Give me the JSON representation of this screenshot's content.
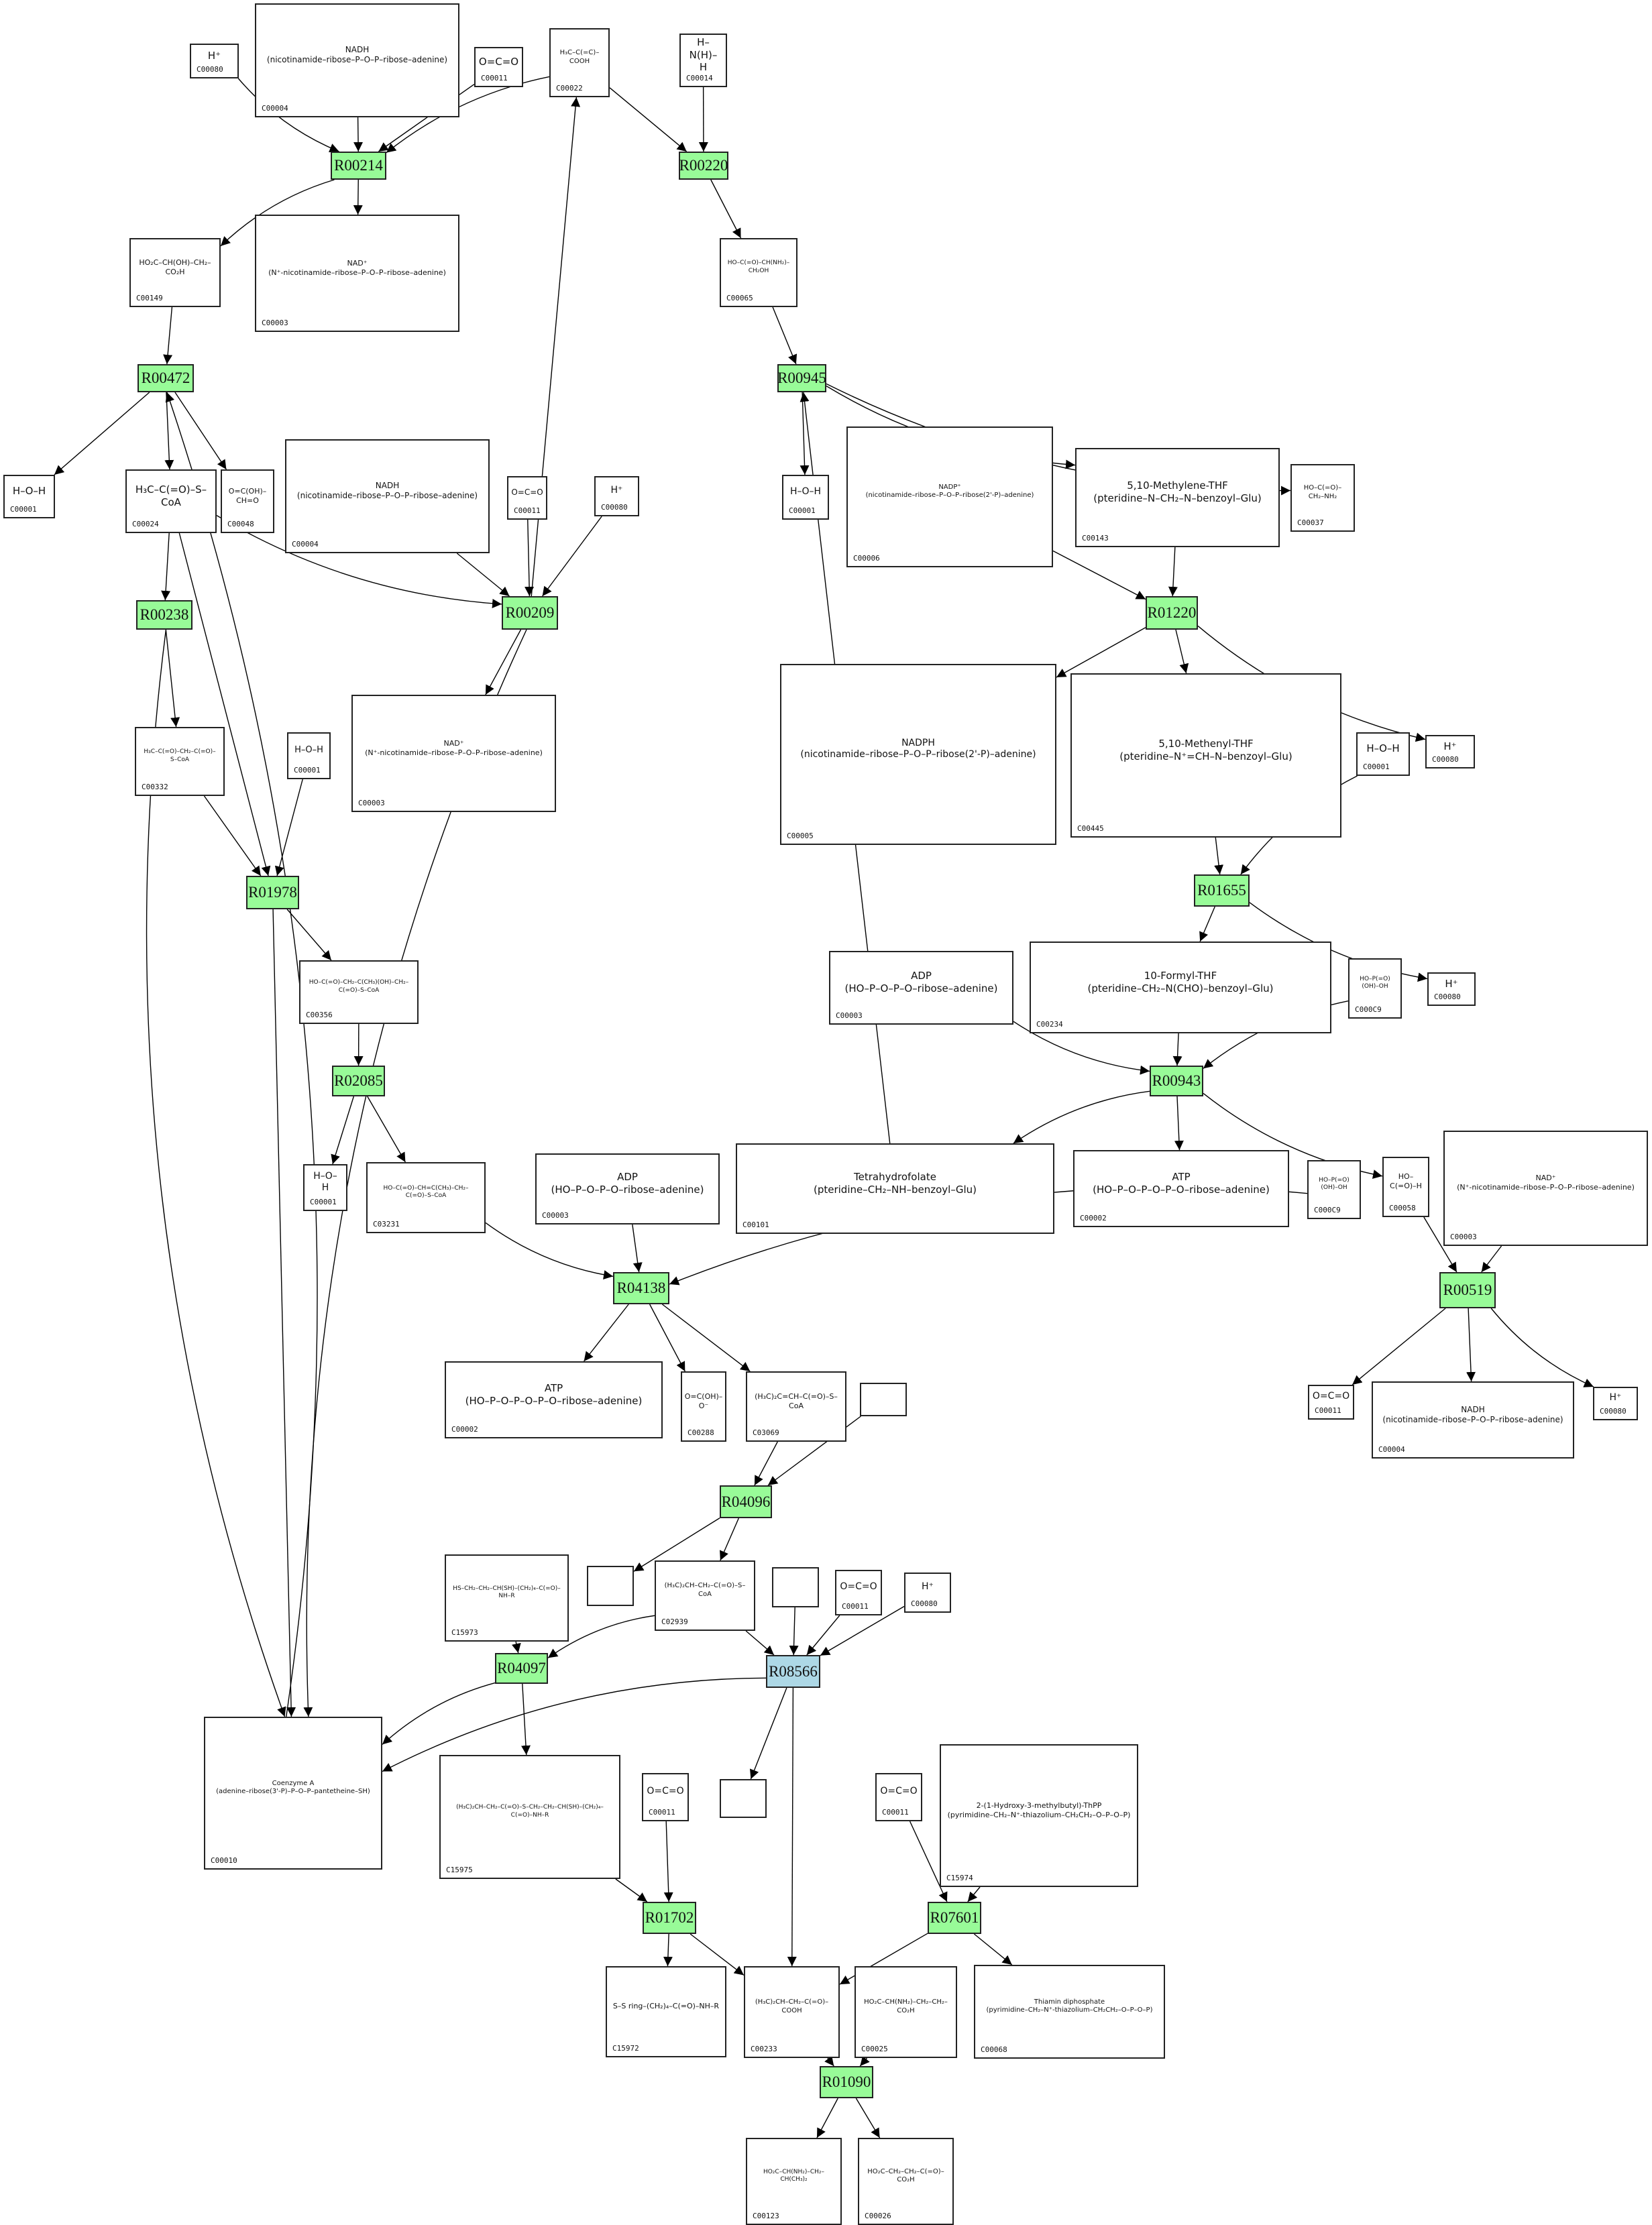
{
  "diagram": {
    "title": "Metabolic reaction network",
    "reaction_color": "#98fb98",
    "highlight_color": "#add8e6",
    "reactions": [
      {
        "id": "R00214",
        "label": "R00214",
        "highlight": false
      },
      {
        "id": "R00220",
        "label": "R00220",
        "highlight": false
      },
      {
        "id": "R00472",
        "label": "R00472",
        "highlight": false
      },
      {
        "id": "R00945",
        "label": "R00945",
        "highlight": false
      },
      {
        "id": "R00209",
        "label": "R00209",
        "highlight": false
      },
      {
        "id": "R00238",
        "label": "R00238",
        "highlight": false
      },
      {
        "id": "R01220",
        "label": "R01220",
        "highlight": false
      },
      {
        "id": "R01978",
        "label": "R01978",
        "highlight": false
      },
      {
        "id": "R01655",
        "label": "R01655",
        "highlight": false
      },
      {
        "id": "R02085",
        "label": "R02085",
        "highlight": false
      },
      {
        "id": "R00943",
        "label": "R00943",
        "highlight": false
      },
      {
        "id": "R04138",
        "label": "R04138",
        "highlight": false
      },
      {
        "id": "R00519",
        "label": "R00519",
        "highlight": false
      },
      {
        "id": "R04096",
        "label": "R04096",
        "highlight": false
      },
      {
        "id": "R04097",
        "label": "R04097",
        "highlight": false
      },
      {
        "id": "R08566",
        "label": "R08566",
        "highlight": true
      },
      {
        "id": "R01702",
        "label": "R01702",
        "highlight": false
      },
      {
        "id": "R07601",
        "label": "R07601",
        "highlight": false
      },
      {
        "id": "R01090",
        "label": "R01090",
        "highlight": false
      }
    ],
    "compounds": [
      {
        "key": "c_h_top",
        "id": "C00080",
        "formula": "H⁺"
      },
      {
        "key": "c_nadh_top",
        "id": "C00004",
        "formula": "NADH\n(nicotinamide–ribose–P–O–P–ribose–adenine)"
      },
      {
        "key": "c_co2_top",
        "id": "C00011",
        "formula": "O=C=O"
      },
      {
        "key": "c_pyr",
        "id": "C00022",
        "formula": "H₃C–C(=C)–COOH"
      },
      {
        "key": "c_nh3",
        "id": "C00014",
        "formula": "H–N(H)–H"
      },
      {
        "key": "c_malate",
        "id": "C00149",
        "formula": "HO₂C–CH(OH)–CH₂–CO₂H"
      },
      {
        "key": "c_nad_1",
        "id": "C00003",
        "formula": "NAD⁺\n(N⁺-nicotinamide–ribose–P–O–P–ribose–adenine)"
      },
      {
        "key": "c_serine",
        "id": "C00065",
        "formula": "HO–C(=O)–CH(NH₂)–CH₂OH"
      },
      {
        "key": "c_h2o_1",
        "id": "C00001",
        "formula": "H–O–H"
      },
      {
        "key": "c_acetylcoa",
        "id": "C00024",
        "formula": "H₃C–C(=O)–S–CoA"
      },
      {
        "key": "c_glyox",
        "id": "C00048",
        "formula": "O=C(OH)–CH=O"
      },
      {
        "key": "c_nadh_mid",
        "id": "C00004",
        "formula": "NADH\n(nicotinamide–ribose–P–O–P–ribose–adenine)"
      },
      {
        "key": "c_co2_mid",
        "id": "C00011",
        "formula": "O=C=O"
      },
      {
        "key": "c_h_mid",
        "id": "C00080",
        "formula": "H⁺"
      },
      {
        "key": "c_h2o_2",
        "id": "C00001",
        "formula": "H–O–H"
      },
      {
        "key": "c_nadph",
        "id": "C00006",
        "formula": "NADP⁺\n(nicotinamide–ribose–P–O–P–ribose(2'-P)–adenine)"
      },
      {
        "key": "c_thf",
        "id": "C00143",
        "formula": "5,10-Methylene-THF\n(pteridine–N–CH₂–N–benzoyl–Glu)"
      },
      {
        "key": "c_glycine",
        "id": "C00037",
        "formula": "HO–C(=O)–CH₂–NH₂"
      },
      {
        "key": "c_acacoa",
        "id": "C00332",
        "formula": "H₃C–C(=O)–CH₂–C(=O)–S–CoA"
      },
      {
        "key": "c_h2o_3",
        "id": "C00001",
        "formula": "H–O–H"
      },
      {
        "key": "c_nad_2",
        "id": "C00003",
        "formula": "NAD⁺\n(N⁺-nicotinamide–ribose–P–O–P–ribose–adenine)"
      },
      {
        "key": "c_nadph_red",
        "id": "C00005",
        "formula": "NADPH\n(nicotinamide–ribose–P–O–P–ribose(2'-P)–adenine)"
      },
      {
        "key": "c_methenyl",
        "id": "C00445",
        "formula": "5,10-Methenyl-THF\n(pteridine–N⁺=CH–N–benzoyl–Glu)"
      },
      {
        "key": "c_h2o_4",
        "id": "C00001",
        "formula": "H–O–H"
      },
      {
        "key": "c_h_r01220",
        "id": "C00080",
        "formula": "H⁺"
      },
      {
        "key": "c_hmgcoa",
        "id": "C00356",
        "formula": "HO–C(=O)–CH₂–C(CH₃)(OH)–CH₂–C(=O)–S–CoA"
      },
      {
        "key": "c_adp_1",
        "id": "C00003",
        "formula": "ADP\n(HO–P–O–P–O–ribose–adenine)"
      },
      {
        "key": "c_formylthf",
        "id": "C00234",
        "formula": "10-Formyl-THF\n(pteridine–CH₂–N(CHO)–benzoyl–Glu)"
      },
      {
        "key": "c_pi_1",
        "id": "C000C9",
        "formula": "HO–P(=O)(OH)–OH"
      },
      {
        "key": "c_h_r01655",
        "id": "C00080",
        "formula": "H⁺"
      },
      {
        "key": "c_h2o_5",
        "id": "C00001",
        "formula": "H–O–H"
      },
      {
        "key": "c_mgcoa",
        "id": "C03231",
        "formula": "HO–C(=O)–CH=C(CH₃)–CH₂–C(=O)–S–CoA"
      },
      {
        "key": "c_adp_2",
        "id": "C00003",
        "formula": "ADP\n(HO–P–O–P–O–ribose–adenine)"
      },
      {
        "key": "c_thf2",
        "id": "C00101",
        "formula": "Tetrahydrofolate\n(pteridine–CH₂–NH–benzoyl–Glu)"
      },
      {
        "key": "c_atp_1",
        "id": "C00002",
        "formula": "ATP\n(HO–P–O–P–O–P–O–ribose–adenine)"
      },
      {
        "key": "c_pi_2",
        "id": "C000C9",
        "formula": "HO–P(=O)(OH)–OH"
      },
      {
        "key": "c_formate",
        "id": "C00058",
        "formula": "HO–C(=O)–H"
      },
      {
        "key": "c_nad_3",
        "id": "C00003",
        "formula": "NAD⁺\n(N⁺-nicotinamide–ribose–P–O–P–ribose–adenine)"
      },
      {
        "key": "c_atp_2",
        "id": "C00002",
        "formula": "ATP\n(HO–P–O–P–O–P–O–ribose–adenine)"
      },
      {
        "key": "c_hco3",
        "id": "C00288",
        "formula": "O=C(OH)–O⁻"
      },
      {
        "key": "c_mcrcoa",
        "id": "C03069",
        "formula": "(H₃C)₂C=CH–C(=O)–S–CoA"
      },
      {
        "key": "c_co2_r00519",
        "id": "C00011",
        "formula": "O=C=O"
      },
      {
        "key": "c_nadh_r00519",
        "id": "C00004",
        "formula": "NADH\n(nicotinamide–ribose–P–O–P–ribose–adenine)"
      },
      {
        "key": "c_h_r00519",
        "id": "C00080",
        "formula": "H⁺"
      },
      {
        "key": "c_blank_1",
        "id": "",
        "formula": ""
      },
      {
        "key": "c_blank_2",
        "id": "",
        "formula": ""
      },
      {
        "key": "c_dihydrolip",
        "id": "C15973",
        "formula": "HS–CH₂–CH₂–CH(SH)–(CH₂)₄–C(=O)–NH–R"
      },
      {
        "key": "c_ivcoa",
        "id": "C02939",
        "formula": "(H₃C)₂CH–CH₂–C(=O)–S–CoA"
      },
      {
        "key": "c_blank_3",
        "id": "",
        "formula": ""
      },
      {
        "key": "c_co2_r08566",
        "id": "C00011",
        "formula": "O=C=O"
      },
      {
        "key": "c_h_r08566",
        "id": "C00080",
        "formula": "H⁺"
      },
      {
        "key": "c_coa",
        "id": "C00010",
        "formula": "Coenzyme A\n(adenine–ribose(3'-P)–P–O–P–pantetheine–SH)"
      },
      {
        "key": "c_svlip",
        "id": "C15975",
        "formula": "(H₃C)₂CH–CH₂–C(=O)–S–CH₂–CH₂–CH(SH)–(CH₂)₄–C(=O)–NH–R"
      },
      {
        "key": "c_co2_r01702",
        "id": "C00011",
        "formula": "O=C=O"
      },
      {
        "key": "c_blank_4",
        "id": "",
        "formula": ""
      },
      {
        "key": "c_co2_r07601",
        "id": "C00011",
        "formula": "O=C=O"
      },
      {
        "key": "c_tpp_adduct",
        "id": "C15974",
        "formula": "2-(1-Hydroxy-3-methylbutyl)-ThPP\n(pyrimidine–CH₂–N⁺-thiazolium–CH₂CH₂–O–P–O–P)"
      },
      {
        "key": "c_lipoamide",
        "id": "C15972",
        "formula": "S–S ring–(CH₂)₄–C(=O)–NH–R"
      },
      {
        "key": "c_kic",
        "id": "C00233",
        "formula": "(H₃C)₂CH–CH₂–C(=O)–COOH"
      },
      {
        "key": "c_glutamate",
        "id": "C00025",
        "formula": "HO₂C–CH(NH₂)–CH₂–CH₂–CO₂H"
      },
      {
        "key": "c_tpp",
        "id": "C00068",
        "formula": "Thiamin diphosphate\n(pyrimidine–CH₂–N⁺-thiazolium–CH₂CH₂–O–P–O–P)"
      },
      {
        "key": "c_leucine",
        "id": "C00123",
        "formula": "HO₂C–CH(NH₂)–CH₂–CH(CH₃)₂"
      },
      {
        "key": "c_akg",
        "id": "C00026",
        "formula": "HO₂C–CH₂–CH₂–C(=O)–CO₂H"
      }
    ],
    "edges": [
      [
        "c_h_top",
        "R00214"
      ],
      [
        "c_nadh_top",
        "R00214"
      ],
      [
        "c_co2_top",
        "R00214"
      ],
      [
        "c_pyr",
        "R00214"
      ],
      [
        "R00214",
        "c_malate"
      ],
      [
        "R00214",
        "c_nad_1"
      ],
      [
        "c_pyr",
        "R00220"
      ],
      [
        "c_nh3",
        "R00220"
      ],
      [
        "R00220",
        "c_serine"
      ],
      [
        "c_malate",
        "R00472"
      ],
      [
        "R00472",
        "c_h2o_1"
      ],
      [
        "R00472",
        "c_acetylcoa"
      ],
      [
        "R00472",
        "c_glyox"
      ],
      [
        "c_coa",
        "R00472"
      ],
      [
        "c_serine",
        "R00945"
      ],
      [
        "R00945",
        "c_h2o_2"
      ],
      [
        "R00945",
        "c_thf"
      ],
      [
        "R00945",
        "c_glycine"
      ],
      [
        "c_thf2",
        "R00945"
      ],
      [
        "c_acetylcoa",
        "R00209"
      ],
      [
        "c_nadh_mid",
        "R00209"
      ],
      [
        "c_co2_mid",
        "R00209"
      ],
      [
        "c_h_mid",
        "R00209"
      ],
      [
        "R00209",
        "c_pyr"
      ],
      [
        "R00209",
        "c_nad_2"
      ],
      [
        "R00209",
        "c_coa"
      ],
      [
        "c_acetylcoa",
        "R00238"
      ],
      [
        "R00238",
        "c_acacoa"
      ],
      [
        "R00238",
        "c_coa"
      ],
      [
        "c_nadph",
        "R01220"
      ],
      [
        "c_thf",
        "R01220"
      ],
      [
        "R01220",
        "c_nadph_red"
      ],
      [
        "R01220",
        "c_methenyl"
      ],
      [
        "R01220",
        "c_h_r01220"
      ],
      [
        "c_acacoa",
        "R01978"
      ],
      [
        "c_acetylcoa",
        "R01978"
      ],
      [
        "c_h2o_3",
        "R01978"
      ],
      [
        "R01978",
        "c_hmgcoa"
      ],
      [
        "R01978",
        "c_coa"
      ],
      [
        "c_methenyl",
        "R01655"
      ],
      [
        "c_h2o_4",
        "R01655"
      ],
      [
        "R01655",
        "c_formylthf"
      ],
      [
        "R01655",
        "c_h_r01655"
      ],
      [
        "c_hmgcoa",
        "R02085"
      ],
      [
        "R02085",
        "c_h2o_5"
      ],
      [
        "R02085",
        "c_mgcoa"
      ],
      [
        "c_adp_1",
        "R00943"
      ],
      [
        "c_formylthf",
        "R00943"
      ],
      [
        "c_pi_1",
        "R00943"
      ],
      [
        "R00943",
        "c_thf2"
      ],
      [
        "R00943",
        "c_atp_1"
      ],
      [
        "R00943",
        "c_formate"
      ],
      [
        "c_mgcoa",
        "R04138"
      ],
      [
        "c_adp_2",
        "R04138"
      ],
      [
        "c_pi_2",
        "R04138"
      ],
      [
        "R04138",
        "c_atp_2"
      ],
      [
        "R04138",
        "c_hco3"
      ],
      [
        "R04138",
        "c_mcrcoa"
      ],
      [
        "c_formate",
        "R00519"
      ],
      [
        "c_nad_3",
        "R00519"
      ],
      [
        "R00519",
        "c_co2_r00519"
      ],
      [
        "R00519",
        "c_nadh_r00519"
      ],
      [
        "R00519",
        "c_h_r00519"
      ],
      [
        "c_mcrcoa",
        "R04096"
      ],
      [
        "c_blank_1",
        "R04096"
      ],
      [
        "R04096",
        "c_blank_2"
      ],
      [
        "R04096",
        "c_ivcoa"
      ],
      [
        "c_dihydrolip",
        "R04097"
      ],
      [
        "c_ivcoa",
        "R04097"
      ],
      [
        "R04097",
        "c_svlip"
      ],
      [
        "R04097",
        "c_coa"
      ],
      [
        "c_ivcoa",
        "R08566"
      ],
      [
        "c_blank_3",
        "R08566"
      ],
      [
        "c_co2_r08566",
        "R08566"
      ],
      [
        "c_h_r08566",
        "R08566"
      ],
      [
        "R08566",
        "c_coa"
      ],
      [
        "R08566",
        "c_blank_4"
      ],
      [
        "R08566",
        "c_kic"
      ],
      [
        "c_svlip",
        "R01702"
      ],
      [
        "c_co2_r01702",
        "R01702"
      ],
      [
        "R01702",
        "c_lipoamide"
      ],
      [
        "R01702",
        "c_kic"
      ],
      [
        "c_co2_r07601",
        "R07601"
      ],
      [
        "c_tpp_adduct",
        "R07601"
      ],
      [
        "R07601",
        "c_kic"
      ],
      [
        "R07601",
        "c_tpp"
      ],
      [
        "c_kic",
        "R01090"
      ],
      [
        "c_glutamate",
        "R01090"
      ],
      [
        "R01090",
        "c_leucine"
      ],
      [
        "R01090",
        "c_akg"
      ]
    ]
  }
}
